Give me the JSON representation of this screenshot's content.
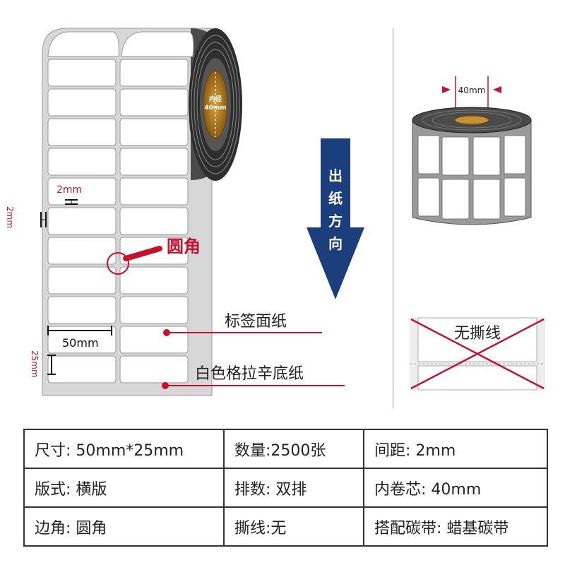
{
  "roll_diagram": {
    "core_label_line1": "内径",
    "core_label_line2": "40mm",
    "gap_horizontal": "2mm",
    "gap_vertical": "2mm",
    "label_width": "50mm",
    "label_height": "25mm",
    "callout_rounded": "圆角",
    "callout_face_paper": "标签面纸",
    "callout_liner": "白色格拉辛底纸"
  },
  "direction_arrow": {
    "label_chars": [
      "出",
      "纸",
      "方",
      "向"
    ]
  },
  "core_diagram": {
    "core_width": "40mm"
  },
  "no_perforation": {
    "label": "无撕线"
  },
  "colors": {
    "accent_red": "#c8102e",
    "arrow_navy": "#1b3f7c",
    "core_brown": "#a8741a",
    "roll_dark": "#3a3a3a"
  },
  "spec_table": {
    "rows": [
      [
        "尺寸: 50mm*25mm",
        "数量:2500张",
        "间距: 2mm"
      ],
      [
        "版式: 横版",
        "排数: 双排",
        "内卷芯: 40mm"
      ],
      [
        "边角: 圆角",
        "撕线:无",
        "搭配碳带: 蜡基碳带"
      ]
    ]
  }
}
